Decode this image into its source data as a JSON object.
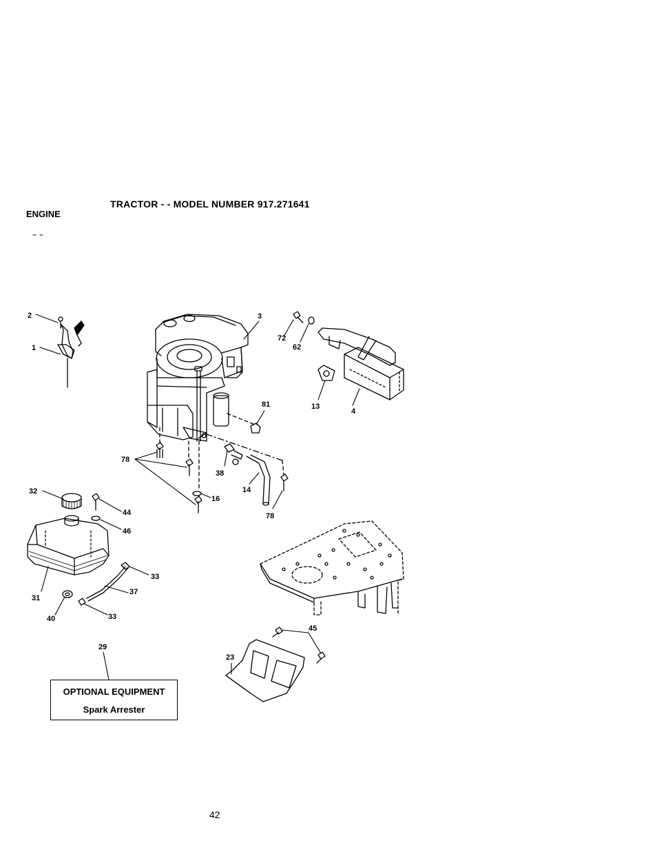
{
  "header": {
    "title": "TRACTOR - - MODEL NUMBER 917.271641",
    "section": "ENGINE"
  },
  "optional_box": {
    "title": "OPTIONAL EQUIPMENT",
    "item": "Spark Arrester"
  },
  "page_number": "42",
  "callouts": [
    "2",
    "1",
    "3",
    "72",
    "62",
    "13",
    "4",
    "81",
    "78",
    "38",
    "14",
    "16",
    "78",
    "32",
    "44",
    "46",
    "33",
    "37",
    "31",
    "40",
    "33",
    "29",
    "45",
    "23"
  ]
}
